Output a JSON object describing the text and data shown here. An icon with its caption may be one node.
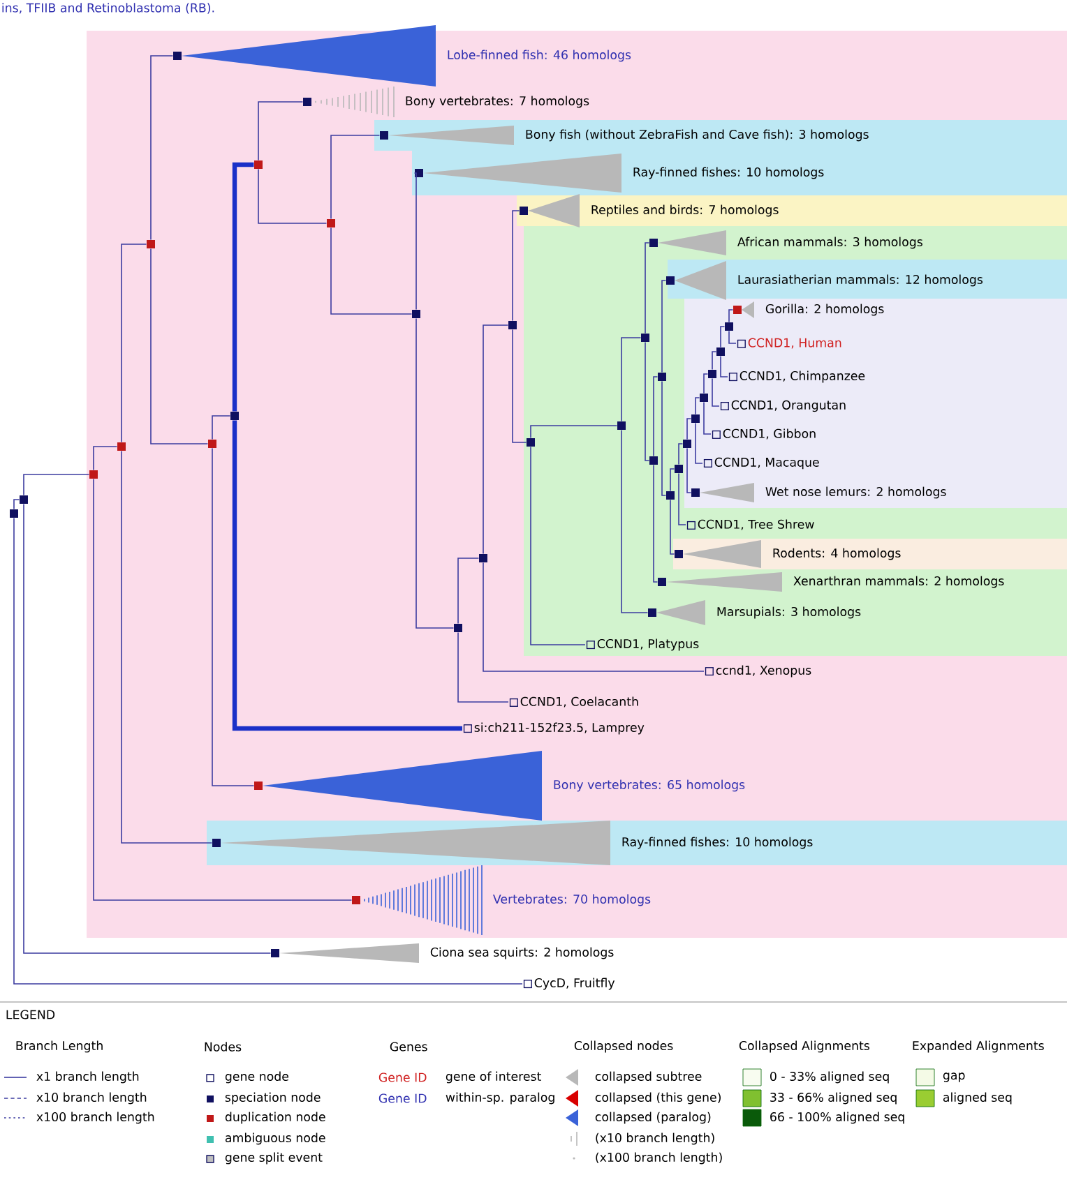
{
  "diagram": {
    "nodes": [
      {
        "text": [],
        "shape": "box"
      },
      {
        "text": [],
        "shape": "box"
      },
      {
        "text": [],
        "shape": "box",
        "beside": [
          "Ciona sea squirts: 2 homologs"
        ]
      },
      {
        "text": [
          "CycD, Fruitfly"
        ]
      },
      {
        "text": [],
        "shape": "box"
      },
      {
        "text": [],
        "shape": "box",
        "beside": [
          "Vertebrates: 70 homologs"
        ]
      },
      {
        "text": [],
        "shape": "box"
      },
      {
        "text": [],
        "shape": "box",
        "beside": [
          "Ray-finned fishes: 10 homologs"
        ]
      },
      {
        "text": [],
        "shape": "box"
      },
      {
        "text": [],
        "shape": "box",
        "beside": [
          "Lobe-finned fish: 46 homologs"
        ]
      },
      {
        "text": [],
        "shape": "box"
      },
      {
        "text": [],
        "shape": "box",
        "beside": [
          "Bony vertebrates: 65 homologs"
        ]
      },
      {
        "text": [],
        "shape": "box"
      },
      {
        "text": [],
        "shape": "box"
      },
      {
        "text": [
          "si:ch211-152f23.5, Lamprey"
        ]
      },
      {
        "text": [],
        "shape": "box",
        "beside": [
          "Bony vertebrates: 7 homologs"
        ]
      },
      {
        "text": [],
        "shape": "box"
      },
      {
        "text": [],
        "shape": "box",
        "beside": [
          "Bony fish (without ZebraFish and Cave fish): 3 homologs"
        ]
      },
      {
        "text": [],
        "shape": "box"
      },
      {
        "text": [],
        "shape": "box",
        "beside": [
          "Ray-finned fishes: 10 homologs"
        ]
      },
      {
        "text": [],
        "shape": "box"
      },
      {
        "text": [],
        "shape": "box"
      },
      {
        "text": [
          "CCND1, Coelacanth"
        ]
      },
      {
        "text": [],
        "shape": "box"
      },
      {
        "text": [
          "ccnd1, Xenopus"
        ]
      },
      {
        "text": [],
        "shape": "box",
        "beside": [
          "Reptiles and birds: 7 homologs"
        ]
      },
      {
        "text": [],
        "shape": "box"
      },
      {
        "text": [],
        "shape": "box"
      },
      {
        "text": [
          "CCND1, Platypus"
        ]
      },
      {
        "text": [],
        "shape": "box"
      },
      {
        "text": [],
        "shape": "box",
        "beside": [
          "Marsupials: 3 homologs"
        ]
      },
      {
        "text": [],
        "shape": "box",
        "beside": [
          "African mammals: 3 homologs"
        ]
      },
      {
        "text": [],
        "shape": "box"
      },
      {
        "text": [],
        "shape": "box"
      },
      {
        "text": [],
        "shape": "box",
        "beside": [
          "Xenarthran mammals: 2 homologs"
        ]
      },
      {
        "text": [],
        "shape": "box",
        "beside": [
          "Laurasiatherian mammals: 12 homologs"
        ]
      },
      {
        "text": [],
        "shape": "box"
      },
      {
        "text": [],
        "shape": "box"
      },
      {
        "text": [],
        "shape": "box",
        "beside": [
          "Rodents: 4 homologs"
        ]
      },
      {
        "text": [],
        "shape": "box"
      },
      {
        "text": [
          "CCND1, Tree Shrew"
        ]
      },
      {
        "text": [],
        "shape": "box"
      },
      {
        "text": [],
        "shape": "box",
        "beside": [
          "Wet nose lemurs: 2 homologs"
        ]
      },
      {
        "text": [],
        "shape": "box"
      },
      {
        "text": [
          "CCND1, Macaque"
        ]
      },
      {
        "text": [],
        "shape": "box"
      },
      {
        "text": [
          "CCND1, Gibbon"
        ]
      },
      {
        "text": [],
        "shape": "box"
      },
      {
        "text": [
          "CCND1, Orangutan"
        ]
      },
      {
        "text": [],
        "shape": "box"
      },
      {
        "text": [
          "CCND1, Chimpanzee"
        ]
      },
      {
        "text": [],
        "shape": "box",
        "beside": [
          "Gorilla: 2 homologs"
        ]
      },
      {
        "text": [
          "CCND1, Human"
        ]
      }
    ],
    "edges": [
      {
        "from": 0,
        "to": 1,
        "arrow": "none"
      },
      {
        "from": 0,
        "to": 3,
        "arrow": "none"
      },
      {
        "from": 1,
        "to": 4,
        "arrow": "none"
      },
      {
        "from": 1,
        "to": 2,
        "arrow": "none"
      },
      {
        "from": 4,
        "to": 6,
        "arrow": "none"
      },
      {
        "from": 4,
        "to": 5,
        "arrow": "none"
      },
      {
        "from": 6,
        "to": 8,
        "arrow": "none"
      },
      {
        "from": 6,
        "to": 7,
        "arrow": "none"
      },
      {
        "from": 8,
        "to": 9,
        "arrow": "none"
      },
      {
        "from": 8,
        "to": 10,
        "arrow": "none"
      },
      {
        "from": 10,
        "to": 12,
        "arrow": "none"
      },
      {
        "from": 10,
        "to": 11,
        "arrow": "none"
      },
      {
        "from": 12,
        "to": 13,
        "arrow": "none",
        "style": "thick",
        "color": "#1a30c8"
      },
      {
        "from": 12,
        "to": 14,
        "arrow": "none",
        "style": "thick",
        "color": "#1a30c8"
      },
      {
        "from": 13,
        "to": 15,
        "arrow": "none"
      },
      {
        "from": 13,
        "to": 16,
        "arrow": "none"
      },
      {
        "from": 16,
        "to": 17,
        "arrow": "none"
      },
      {
        "from": 16,
        "to": 18,
        "arrow": "none"
      },
      {
        "from": 18,
        "to": 19,
        "arrow": "none"
      },
      {
        "from": 18,
        "to": 20,
        "arrow": "none"
      },
      {
        "from": 20,
        "to": 21,
        "arrow": "none"
      },
      {
        "from": 20,
        "to": 22,
        "arrow": "none"
      },
      {
        "from": 21,
        "to": 23,
        "arrow": "none"
      },
      {
        "from": 21,
        "to": 24,
        "arrow": "none"
      },
      {
        "from": 23,
        "to": 25,
        "arrow": "none"
      },
      {
        "from": 23,
        "to": 26,
        "arrow": "none"
      },
      {
        "from": 26,
        "to": 27,
        "arrow": "none"
      },
      {
        "from": 26,
        "to": 28,
        "arrow": "none"
      },
      {
        "from": 27,
        "to": 29,
        "arrow": "none"
      },
      {
        "from": 27,
        "to": 30,
        "arrow": "none"
      },
      {
        "from": 29,
        "to": 31,
        "arrow": "none"
      },
      {
        "from": 29,
        "to": 32,
        "arrow": "none"
      },
      {
        "from": 32,
        "to": 33,
        "arrow": "none"
      },
      {
        "from": 32,
        "to": 34,
        "arrow": "none"
      },
      {
        "from": 33,
        "to": 35,
        "arrow": "none"
      },
      {
        "from": 33,
        "to": 36,
        "arrow": "none"
      },
      {
        "from": 36,
        "to": 37,
        "arrow": "none"
      },
      {
        "from": 36,
        "to": 38,
        "arrow": "none"
      },
      {
        "from": 37,
        "to": 39,
        "arrow": "none"
      },
      {
        "from": 37,
        "to": 40,
        "arrow": "none"
      },
      {
        "from": 39,
        "to": 41,
        "arrow": "none"
      },
      {
        "from": 39,
        "to": 42,
        "arrow": "none"
      },
      {
        "from": 41,
        "to": 43,
        "arrow": "none"
      },
      {
        "from": 41,
        "to": 44,
        "arrow": "none"
      },
      {
        "from": 43,
        "to": 45,
        "arrow": "none"
      },
      {
        "from": 43,
        "to": 46,
        "arrow": "none"
      },
      {
        "from": 45,
        "to": 47,
        "arrow": "none"
      },
      {
        "from": 45,
        "to": 48,
        "arrow": "none"
      },
      {
        "from": 47,
        "to": 49,
        "arrow": "none"
      },
      {
        "from": 47,
        "to": 50,
        "arrow": "none"
      },
      {
        "from": 49,
        "to": 51,
        "arrow": "none"
      },
      {
        "from": 49,
        "to": 52,
        "arrow": "none"
      }
    ],
    "labels": [
      "ins, TFIIB and Retinoblastoma (RB).",
      "LEGEND",
      "Branch Length",
      "Nodes",
      "Genes",
      "Collapsed nodes",
      "Collapsed Alignments",
      "Expanded Alignments",
      "Gene ID",
      "Gene ID"
    ],
    "legend": [
      {
        "text": "x1 branch length"
      },
      {
        "text": "x10 branch length"
      },
      {
        "text": "x100 branch length"
      },
      {
        "text": "gene node"
      },
      {
        "text": "speciation node",
        "color": "#101060"
      },
      {
        "text": "duplication node",
        "color": "#c01818"
      },
      {
        "text": "ambiguous node",
        "color": "#40c0b0"
      },
      {
        "text": "gene split event"
      },
      {
        "text": "gene of interest"
      },
      {
        "text": "within-sp. paralog"
      },
      {
        "text": "collapsed subtree"
      },
      {
        "text": "collapsed (this gene)"
      },
      {
        "text": "collapsed (paralog)"
      },
      {
        "text": "(x10 branch length)"
      },
      {
        "text": "(x100 branch length)"
      },
      {
        "text": "0 - 33% aligned seq",
        "color": "#f8fcf0"
      },
      {
        "text": "33 - 66% aligned seq",
        "color": "#80c030"
      },
      {
        "text": "66 - 100% aligned seq",
        "color": "#0a5a0a"
      },
      {
        "text": "gap",
        "color": "#f4fae6"
      },
      {
        "text": "aligned seq",
        "color": "#9acd32"
      }
    ]
  }
}
